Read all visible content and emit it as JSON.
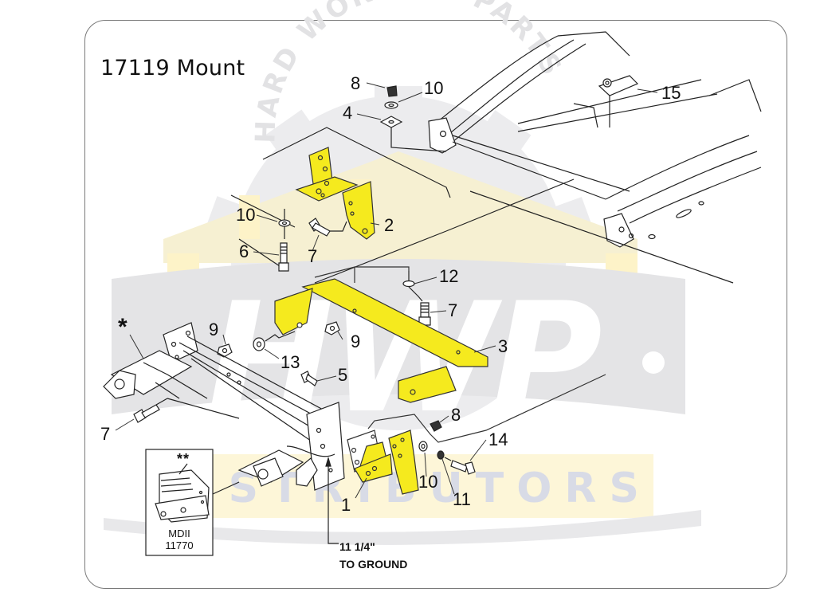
{
  "diagram": {
    "title": "17119 Mount",
    "watermark": {
      "arc_text": "HARD WORKING PARTS",
      "main_text": "HWP",
      "sub_text": "DISTRIBUTORS",
      "colors": {
        "gray": "#e4e4e6",
        "yellow": "#fdf3c8",
        "blue_text": "#d8dbe6"
      }
    },
    "highlight_color": "#f5ea1e",
    "callouts": [
      {
        "id": "c8-top",
        "label": "8"
      },
      {
        "id": "c10-top",
        "label": "10"
      },
      {
        "id": "c4",
        "label": "4"
      },
      {
        "id": "c15",
        "label": "15"
      },
      {
        "id": "c10-mid",
        "label": "10"
      },
      {
        "id": "c2",
        "label": "2"
      },
      {
        "id": "c6",
        "label": "6"
      },
      {
        "id": "c7-mid",
        "label": "7"
      },
      {
        "id": "c12",
        "label": "12"
      },
      {
        "id": "c7-right",
        "label": "7"
      },
      {
        "id": "c9-left",
        "label": "9"
      },
      {
        "id": "c9-right",
        "label": "9"
      },
      {
        "id": "c3",
        "label": "3"
      },
      {
        "id": "c13",
        "label": "13"
      },
      {
        "id": "c5",
        "label": "5"
      },
      {
        "id": "c7-left",
        "label": "7"
      },
      {
        "id": "c8-low",
        "label": "8"
      },
      {
        "id": "c14",
        "label": "14"
      },
      {
        "id": "c10-low",
        "label": "10"
      },
      {
        "id": "c11",
        "label": "11"
      },
      {
        "id": "c1",
        "label": "1"
      }
    ],
    "asterisk_single": "*",
    "asterisk_double": "**",
    "inset": {
      "model": "MDII",
      "part_number": "11770"
    },
    "ground_note": {
      "height": "11 1/4\"",
      "text": "TO GROUND"
    }
  }
}
